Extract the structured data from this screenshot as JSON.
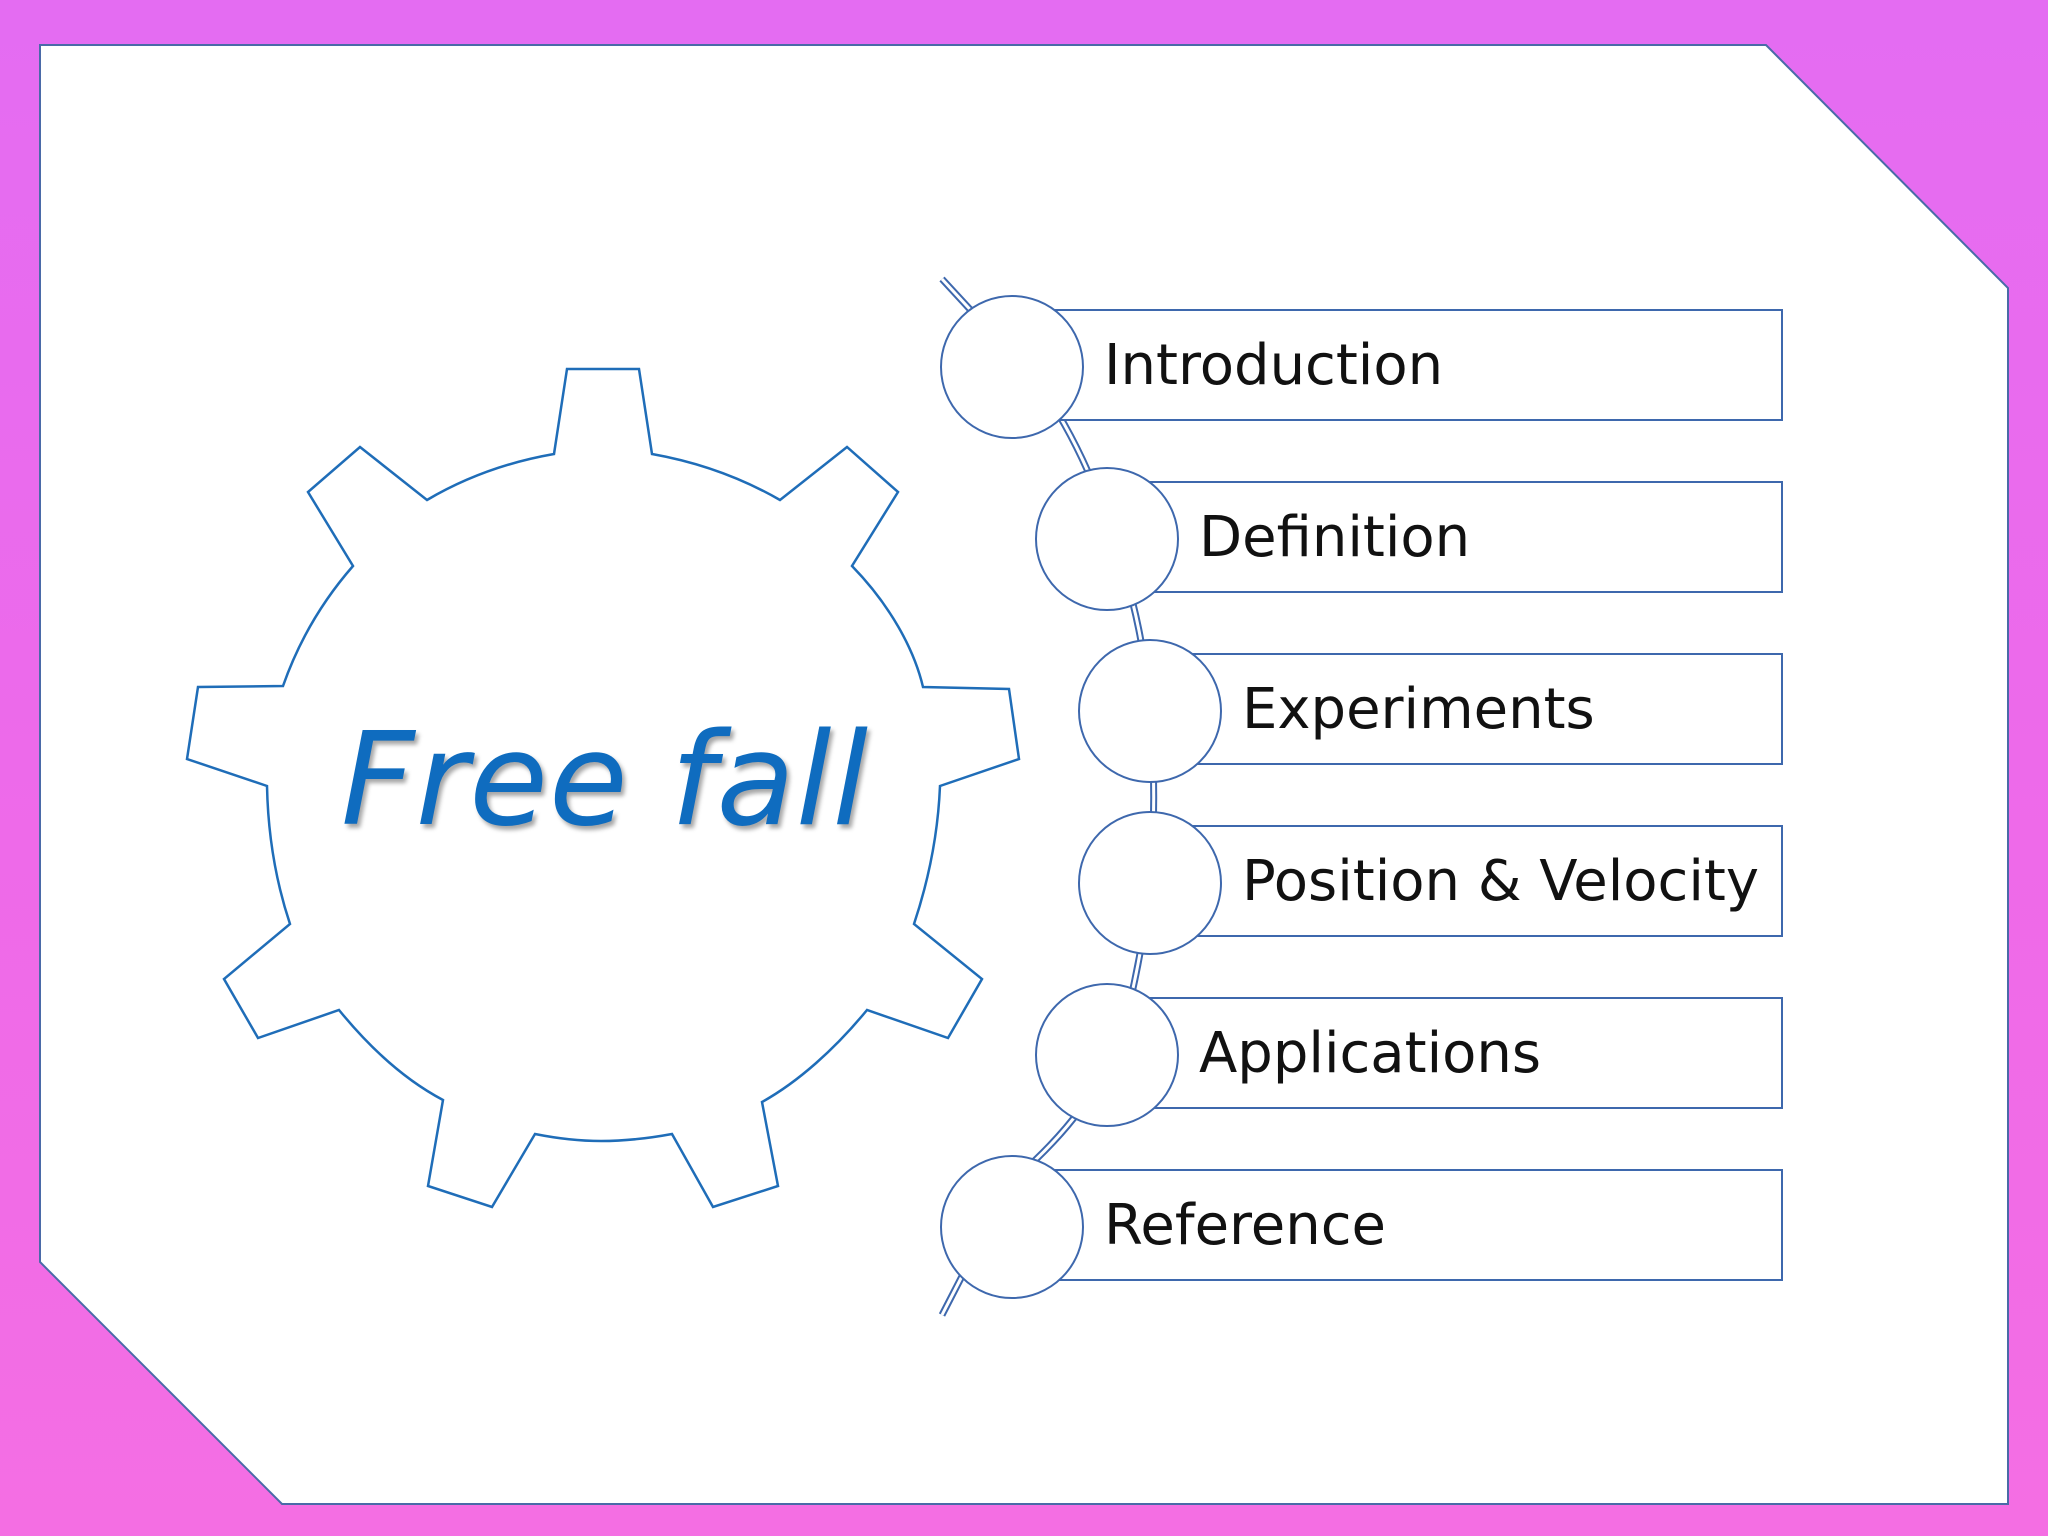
{
  "title": "Free fall",
  "menu": {
    "items": [
      {
        "label": "Introduction"
      },
      {
        "label": "Definition"
      },
      {
        "label": "Experiments"
      },
      {
        "label": "Position & Velocity"
      },
      {
        "label": "Applications"
      },
      {
        "label": "Reference"
      }
    ]
  },
  "colors": {
    "background_gradient": [
      "#e46cf2",
      "#f46ee3"
    ],
    "outline": "#3e68ad",
    "title_text": "#0f6cbf",
    "label_text": "#111111",
    "panel_fill": "#ffffff"
  }
}
